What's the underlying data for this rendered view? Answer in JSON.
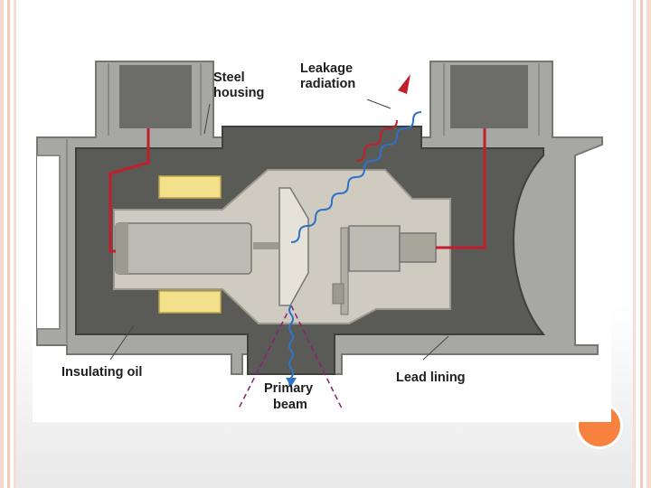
{
  "labels": {
    "steel_housing": [
      "Steel",
      "housing"
    ],
    "leakage_radiation": [
      "Leakage",
      "radiation"
    ],
    "insulating_oil": "Insulating oil",
    "lead_lining": "Lead lining",
    "primary_beam": [
      "Primary",
      "beam"
    ]
  },
  "colors": {
    "housing_steel": "#a7a7a3",
    "lead_lining": "#5a5a57",
    "tube_glass": "#cfcbc0",
    "focusing_coils": "#f2e08a",
    "wiring": "#c11f2e",
    "radiation_wave": "#2f73c8",
    "accent_circle": "#f7813f"
  },
  "icons": {
    "leakage_arrow": "wavy-arrow-icon",
    "primary_beam_arrow": "wavy-arrow-icon"
  }
}
